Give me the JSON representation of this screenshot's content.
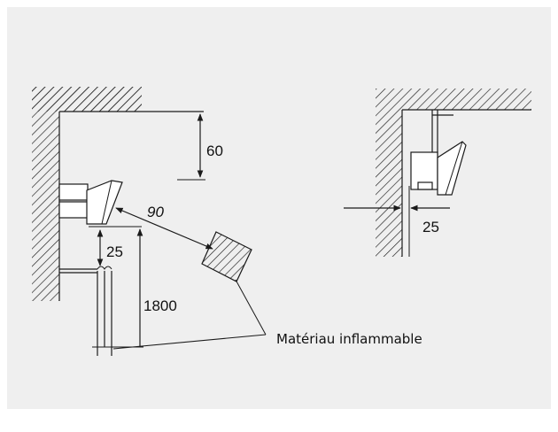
{
  "left_view": {
    "dim_top_clearance": "60",
    "dim_angled_distance": "90",
    "dim_wall_gap": "25",
    "dim_mount_height": "1800"
  },
  "right_view": {
    "dim_wall_gap": "25"
  },
  "callout": {
    "label": "Matériau inflammable"
  }
}
